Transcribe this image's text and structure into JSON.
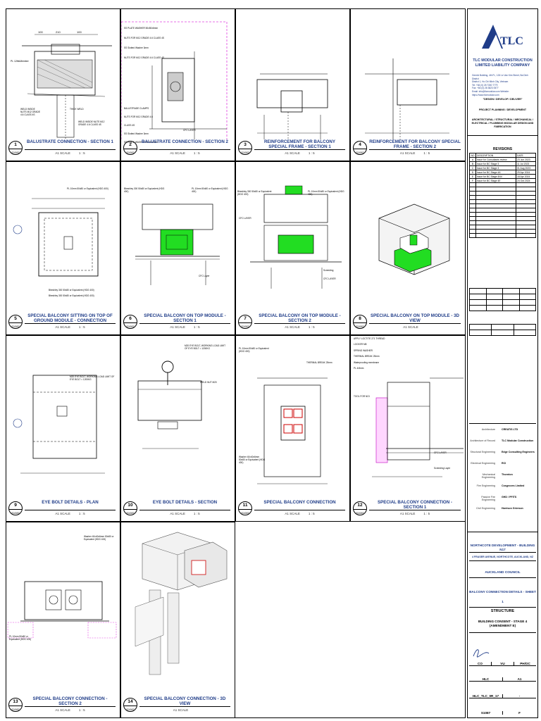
{
  "panels": [
    {
      "num": "1",
      "ref": "S1087",
      "title": "BALUSTRATE CONNECTION - SECTION 1",
      "sheet": "A1 SCALE",
      "scale": "1 : 5"
    },
    {
      "num": "2",
      "ref": "S1087",
      "title": "BALUSTRATE CONNECTION - SECTION 2",
      "sheet": "A1 SCALE",
      "scale": "1 : 5"
    },
    {
      "num": "3",
      "ref": "S1087",
      "title": "REINFORCEMENT FOR BALCONY SPECIAL FRAME - SECTION 1",
      "sheet": "A1 SCALE",
      "scale": "1 : 5"
    },
    {
      "num": "4",
      "ref": "S1087",
      "title": "REINFORCEMENT FOR BALCONY SPECIAL FRAME - SECTION 2",
      "sheet": "A1 SCALE",
      "scale": "1 : 5"
    },
    {
      "num": "5",
      "ref": "S1087",
      "title": "SPECIAL BALCONY SITTING ON TOP OF GROUND MODULE - CONNECTION",
      "sheet": "A1 SCALE",
      "scale": "1 : 5"
    },
    {
      "num": "6",
      "ref": "S1087",
      "title": "SPECIAL BALCONY ON TOP MODULE - SECTION 1",
      "sheet": "A1 SCALE",
      "scale": "1 : 5"
    },
    {
      "num": "7",
      "ref": "S1087",
      "title": "SPECIAL BALCONY ON TOP MODULE - SECTION 2",
      "sheet": "A1 SCALE",
      "scale": "1 : 5"
    },
    {
      "num": "8",
      "ref": "S1087",
      "title": "SPECIAL BALCONY ON TOP MODULE - 3D VIEW",
      "sheet": "A1 SCALE",
      "scale": ""
    },
    {
      "num": "9",
      "ref": "S1087",
      "title": "EYE BOLT DETAILS - PLAN",
      "sheet": "A1 SCALE",
      "scale": "1 : 5"
    },
    {
      "num": "10",
      "ref": "S1087",
      "title": "EYE BOLT DETAILS - SECTION",
      "sheet": "A1 SCALE",
      "scale": "1 : 5"
    },
    {
      "num": "11",
      "ref": "S1087",
      "title": "SPECIAL BALCONY CONNECTION",
      "sheet": "A1 SCALE",
      "scale": "1 : 5"
    },
    {
      "num": "12",
      "ref": "S1087",
      "title": "SPECIAL BALCONY CONNECTION - SECTION 1",
      "sheet": "A1 SCALE",
      "scale": "1 : 5"
    },
    {
      "num": "13",
      "ref": "S1087",
      "title": "SPECIAL BALCONY CONNECTION - SECTION 2",
      "sheet": "A1 SCALE",
      "scale": "1 : 5"
    },
    {
      "num": "14",
      "ref": "S1087",
      "title": "SPECIAL BALCONY CONNECTION - 3D VIEW",
      "sheet": "A1 SCALE",
      "scale": ""
    }
  ],
  "notes": {
    "p1": [
      "PL 12thkMember",
      "WELD INSIDE NUTS M12 GRADE 4.6 CLASS 4S",
      "THICK WELD",
      "WELD INSIDE NUTS M12 GRADE 4.6 CLASS 4S",
      "PLASHI",
      "S1087"
    ],
    "p2": [
      "SS PLATE WASHER 50x50x6mm",
      "NUTS FOR M12 GRADE 4.6 CLASS 4S",
      "SS Slotted Washer 3mm",
      "NUTS FOR M12 GRADE 4.6 CLASS 4S",
      "BALUSTRADE CLAMPS",
      "NUTS FOR M12 GRADE 4.6 CLASS 4S",
      "SS Slotted Washer 3mm",
      "SS PLATE WASHER 50x50x6mm",
      "CFC LAYER"
    ],
    "p5": [
      "PL 10mm 50x80 or Equivalent (HDG 400)",
      "Bbeshley 300 50x80 or Equivalent (HDG 400)",
      "Bbeshley 300 50x80 or Equivalent (HDG 400)"
    ],
    "p6": [
      "Bbeshley 300 50x80 or Equivalent (HDG 400)",
      "PL 10mm 50x80 or Equivalent (HDG 400)",
      "CFC Layer"
    ],
    "p7": [
      "Bbeshley 300 50x80 or Equivalent (HDG 400)",
      "PL 10mm 50x80 or Equivalent (HDG 400)",
      "CFC LAYER",
      "Screeding",
      "CFC LAYER"
    ],
    "p9": [
      "M20 EYE BOLT, WORKING LOAD LIMIT OF EYE BOLT = 1200KG"
    ],
    "p10": [
      "M20 EYE BOLT, WORKING LOAD LIMIT OF EYE BOLT = 1200KG",
      "WELD NUT M20"
    ],
    "p11": [
      "PL 10mm 50x80 or Equivalent (HDG 400)",
      "THERMAL BREAK 25mm",
      "Washer 40x40x6mm 50x80 or Equivalent (HDG 400)"
    ],
    "p12": [
      "APPLY LOCTITE 271 THREAD LOCKER M8",
      "SPRING WASHER",
      "THERMAL BREAK 25mm",
      "Waterproofing membrane",
      "PL 4/6mm",
      "TOOL FOR NOI",
      "CFC LAYER",
      "Screeding Layer"
    ],
    "p13": [
      "Washer 40x40x6mm 50x80 or Equivalent (HDG 400)",
      "PL 10mm 50x80 or Equivalent (HDG 400)"
    ]
  },
  "titleblock": {
    "logo_text": "TLC",
    "company": "TLC MODULAR CONSTRUCTION LIMITED LIABILITY COMPANY",
    "address": [
      "Gemini Building, 4th FL, 126 Le Van Kim Street, Ba Dinh District",
      "District 1, Ho Chi Minh City, Vietnam",
      "Tel: +84 (0) 28 7300 7779",
      "Fax: +84 (0) 28 3823 0577",
      "Email: info@tlcmodular.com   Website: https://www.tlcmodular.com"
    ],
    "slogan": "\"DESIGN / DEVELOP / DELIVER\"",
    "services1": "PROJECT PLANNING / DEVELOPMENT",
    "services2": "ARCHITECTURAL / STRUCTURAL / MECHANICAL / ELECTRICAL / PLUMBING MODULAR DESIGN AND FABRICATION",
    "revisions_title": "REVISIONS",
    "rev_headers": [
      "NO",
      "DESCRIPTION",
      "DATE"
    ],
    "revisions": [
      [
        "A",
        "Issue for Consultants review",
        "23 Jun 2023"
      ],
      [
        "B",
        "Issue for BC Stage 3",
        "11 Jul 2023"
      ],
      [
        "C",
        "Issue for BC Stage 3",
        "01 Aug 2023"
      ],
      [
        "D",
        "Issue for BC Stage 4A",
        "29 Apr 2024"
      ],
      [
        "E",
        "Issue for BC Stage 4NV",
        "18 Apr 2024"
      ],
      [
        "F",
        "Issue for BC Stage 4E",
        "24 Oct 2024"
      ]
    ],
    "consultants": [
      [
        "Architecture",
        "CREATIS LTD"
      ],
      [
        "Architecture of Record",
        "TLC Modular Construction"
      ],
      [
        "Structural Engineering",
        "Edge Consulting Engineers"
      ],
      [
        "Electrical Engineering",
        "RCI"
      ],
      [
        "Mechanical Engineering",
        "Thornton"
      ],
      [
        "Fire Engineering",
        "Cosgroves Limited"
      ],
      [
        "Passive Fire Engineering",
        "GHD / PFITS"
      ],
      [
        "Civil Engineering",
        "Harrison Grierson"
      ]
    ],
    "project": "NORTHCOTE DEVELOPMENT - BUILDING N17",
    "project_address": "4 FRASER AVENUE, NORTHCOTE, AUCKLAND, NZ",
    "council": "AUCKLAND COUNCIL",
    "drawing_title": "BALCONY CONNECTION DETAILS - SHEET 1",
    "discipline": "STRUCTURE",
    "stage": "BUILDING CONSENT - STAGE 4 (AMENDMENT E)",
    "drawn": "CO",
    "checked": "VU",
    "approved": "PH/OC",
    "org": "HLC",
    "size": "A1",
    "project_no": "HLC_TLC_0R_17",
    "dash": "-",
    "sheet_no": "S1087",
    "revision": "F"
  }
}
